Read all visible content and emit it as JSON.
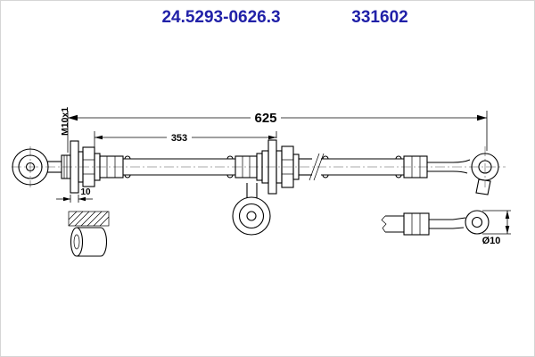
{
  "header": {
    "part_number": "24.5293-0626.3",
    "catalog_number": "331602"
  },
  "dimensions": {
    "overall_length": "625",
    "intermediate_length": "353",
    "thread": "M10x1",
    "bracket_thickness": "10",
    "hose_diameter": "Ø10"
  },
  "colors": {
    "brand_blue": "#2121a8",
    "line_black": "#000000",
    "background": "#ffffff"
  }
}
